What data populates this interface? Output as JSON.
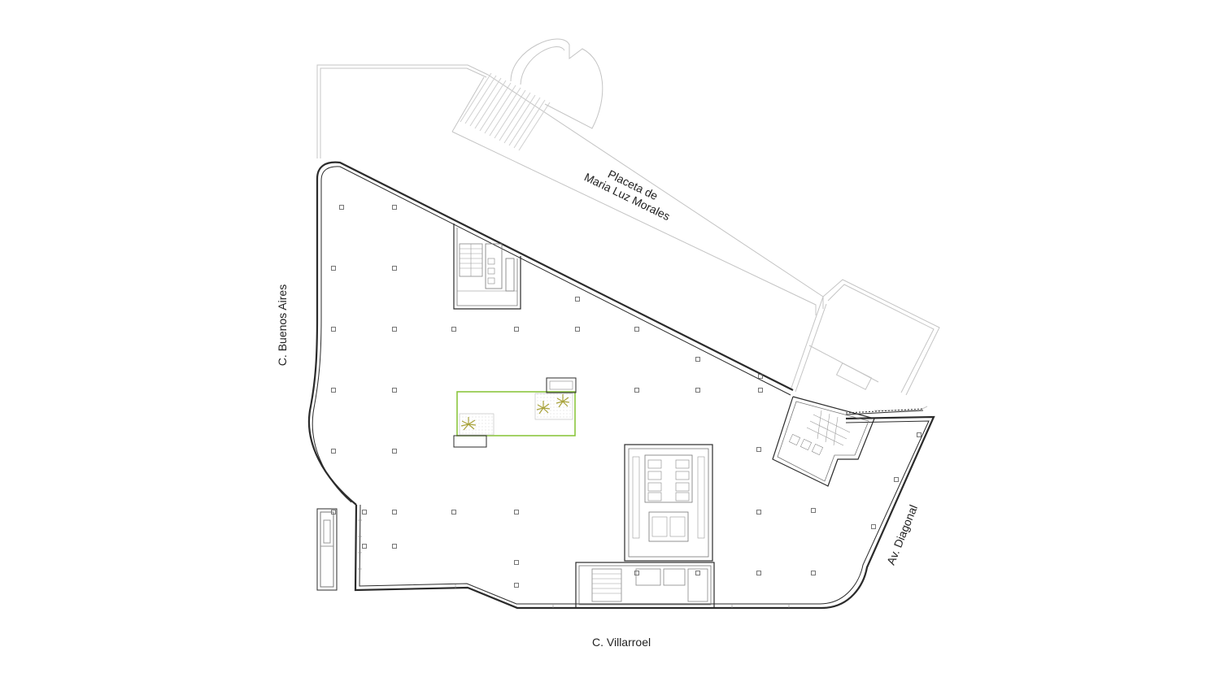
{
  "labels": {
    "plaza_line1": "Placeta de",
    "plaza_line2": "Maria Luz Morales",
    "street_west": "C. Buenos Aires",
    "street_south": "C. Villarroel",
    "street_east": "Av. Diagonal"
  },
  "colors": {
    "wall": "#2b2b2b",
    "thin_line": "#6a6a6a",
    "context_line": "#bdbdbd",
    "courtyard_outline": "#8cc63f",
    "plant": "#a8a23a",
    "hatch": "#dcdcdc"
  }
}
